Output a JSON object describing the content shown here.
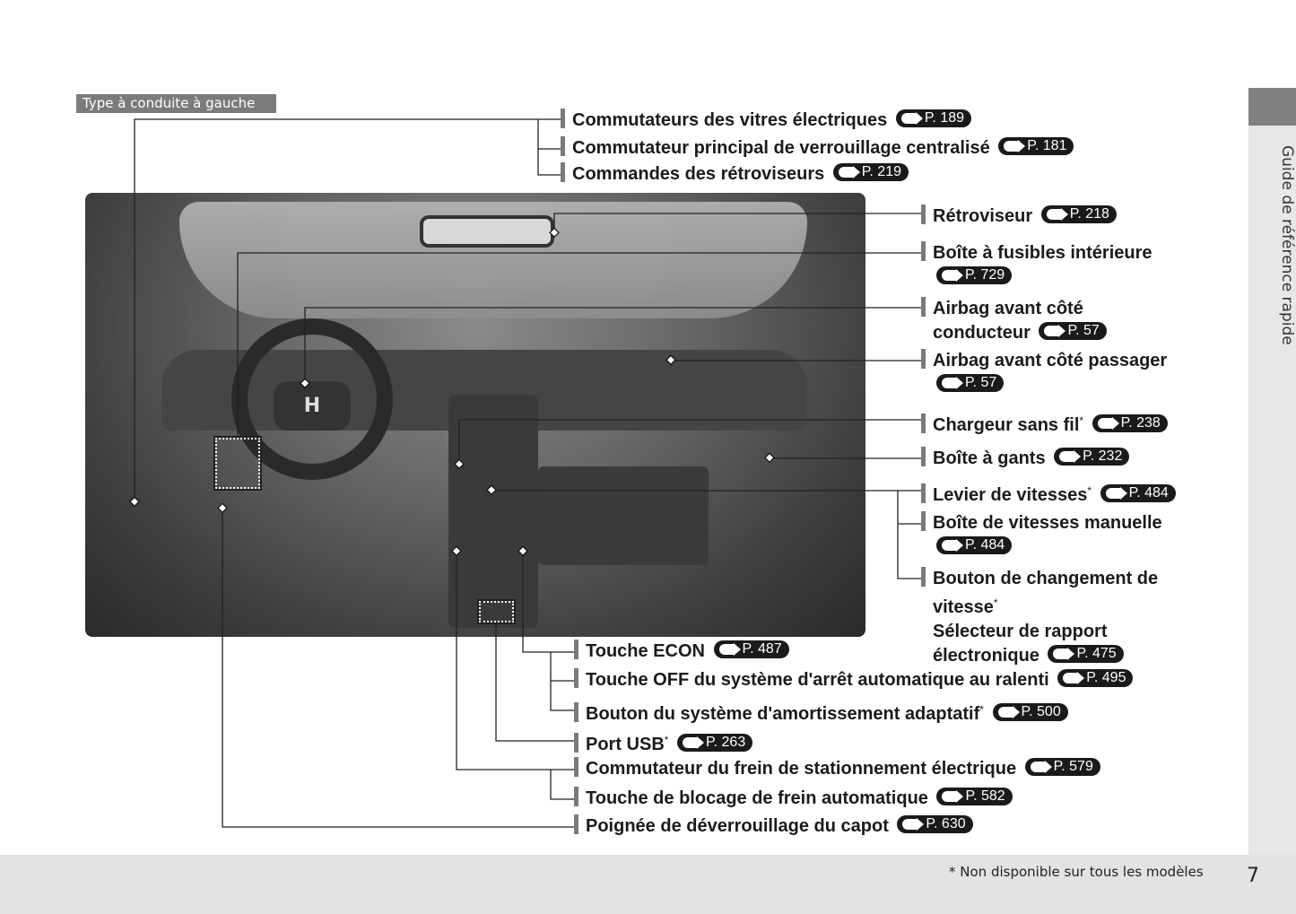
{
  "variant_label": "Type à conduite à gauche",
  "side_tab": "Guide de référence rapide",
  "footnote": "* Non disponible sur tous les modèles",
  "page_number": "7",
  "logo_text": "H",
  "ref_icon": "arrow-right-icon",
  "callouts": [
    {
      "lines": [
        "Commutateurs des vitres électriques"
      ],
      "ref": "P. 189"
    },
    {
      "lines": [
        "Commutateur principal de verrouillage centralisé"
      ],
      "ref": "P. 181"
    },
    {
      "lines": [
        "Commandes des rétroviseurs"
      ],
      "ref": "P. 219"
    },
    {
      "lines": [
        "Rétroviseur"
      ],
      "ref": "P. 218"
    },
    {
      "lines": [
        "Boîte à fusibles intérieure"
      ],
      "ref": "P. 729"
    },
    {
      "lines": [
        "Airbag avant côté",
        "conducteur"
      ],
      "ref": "P. 57"
    },
    {
      "lines": [
        "Airbag avant côté passager"
      ],
      "ref": "P. 57"
    },
    {
      "lines": [
        "Chargeur sans fil"
      ],
      "star": "*",
      "ref": "P. 238"
    },
    {
      "lines": [
        "Boîte à gants"
      ],
      "ref": "P. 232"
    },
    {
      "lines": [
        "Levier de vitesses"
      ],
      "star": "*",
      "ref": "P. 484"
    },
    {
      "lines": [
        "Boîte de vitesses manuelle"
      ],
      "ref": "P. 484"
    },
    {
      "lines": [
        "Bouton de changement de",
        "vitesse",
        "Sélecteur de rapport",
        "électronique"
      ],
      "star": "*",
      "ref": "P. 475"
    },
    {
      "lines": [
        "Touche ECON"
      ],
      "ref": "P. 487"
    },
    {
      "lines": [
        "Touche OFF du système d'arrêt automatique au ralenti"
      ],
      "ref": "P. 495"
    },
    {
      "lines": [
        "Bouton du système d'amortissement adaptatif"
      ],
      "star": "*",
      "ref": "P. 500"
    },
    {
      "lines": [
        "Port USB"
      ],
      "star": "*",
      "ref": "P. 263"
    },
    {
      "lines": [
        "Commutateur du frein de stationnement électrique"
      ],
      "ref": "P. 579"
    },
    {
      "lines": [
        "Touche de blocage de frein automatique"
      ],
      "ref": "P. 582"
    },
    {
      "lines": [
        "Poignée de déverrouillage du capot"
      ],
      "ref": "P. 630"
    }
  ]
}
